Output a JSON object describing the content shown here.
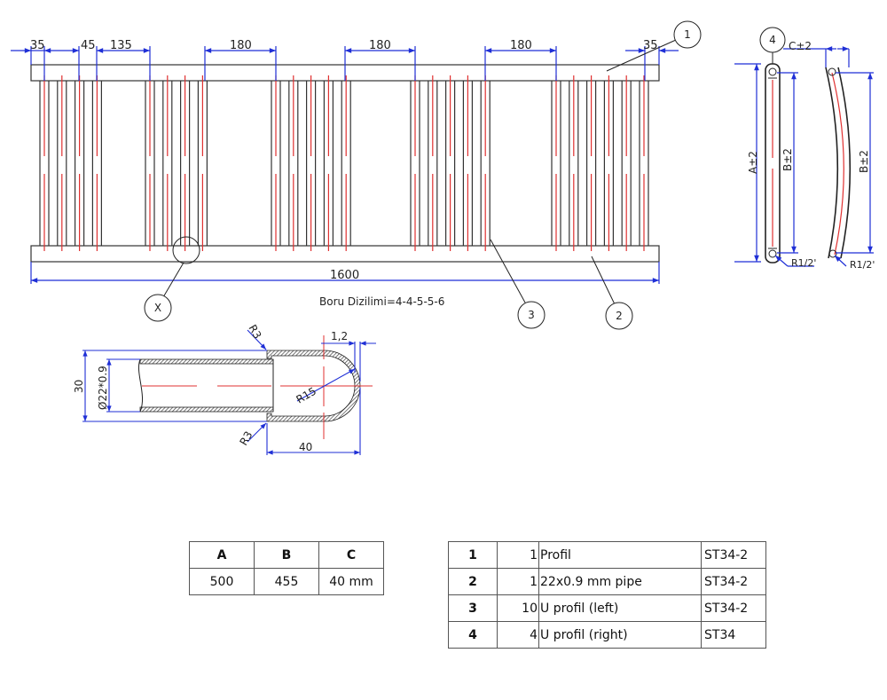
{
  "front_view": {
    "dimensions": {
      "left_offset": "35",
      "spacing_1": "45",
      "gap_1": "135",
      "gap_2": "180",
      "gap_3": "180",
      "gap_4": "180",
      "right_offset": "35",
      "total_length": "1600"
    },
    "pipe_groups": [
      4,
      4,
      5,
      5,
      6
    ],
    "note": "Boru Dizilimi=4-4-5-5-6",
    "balloons": {
      "profile": "1",
      "pipe": "2",
      "u_profile_left": "3",
      "detail": "X"
    }
  },
  "side_view": {
    "balloon": "4",
    "offset_dim": "C±2",
    "height_dim": "A±2",
    "center_dim_straight": "B±2",
    "center_dim_curved": "B±2",
    "thread_straight": "R1/2'",
    "thread_curved": "R1/2'"
  },
  "detail_view": {
    "height": "30",
    "pipe_dia": "Ø22*0.9",
    "radius_top": "R3",
    "radius_bottom": "R3",
    "cap_radius": "R15",
    "wall": "1,2",
    "length": "40"
  },
  "dims_table": {
    "headers": [
      "A",
      "B",
      "C"
    ],
    "values": [
      "500",
      "455",
      "40 mm"
    ]
  },
  "parts_table": {
    "rows": [
      {
        "no": "1",
        "qty": "1",
        "desc": "Profil",
        "material": "ST34-2"
      },
      {
        "no": "2",
        "qty": "1",
        "desc": "22x0.9 mm pipe",
        "material": "ST34-2"
      },
      {
        "no": "3",
        "qty": "10",
        "desc": "U profil (left)",
        "material": "ST34-2"
      },
      {
        "no": "4",
        "qty": "4",
        "desc": "U profil (right)",
        "material": "ST34"
      }
    ]
  },
  "colors": {
    "line": "#333333",
    "dimension": "#1f2fd6",
    "centerline": "#e03030"
  }
}
